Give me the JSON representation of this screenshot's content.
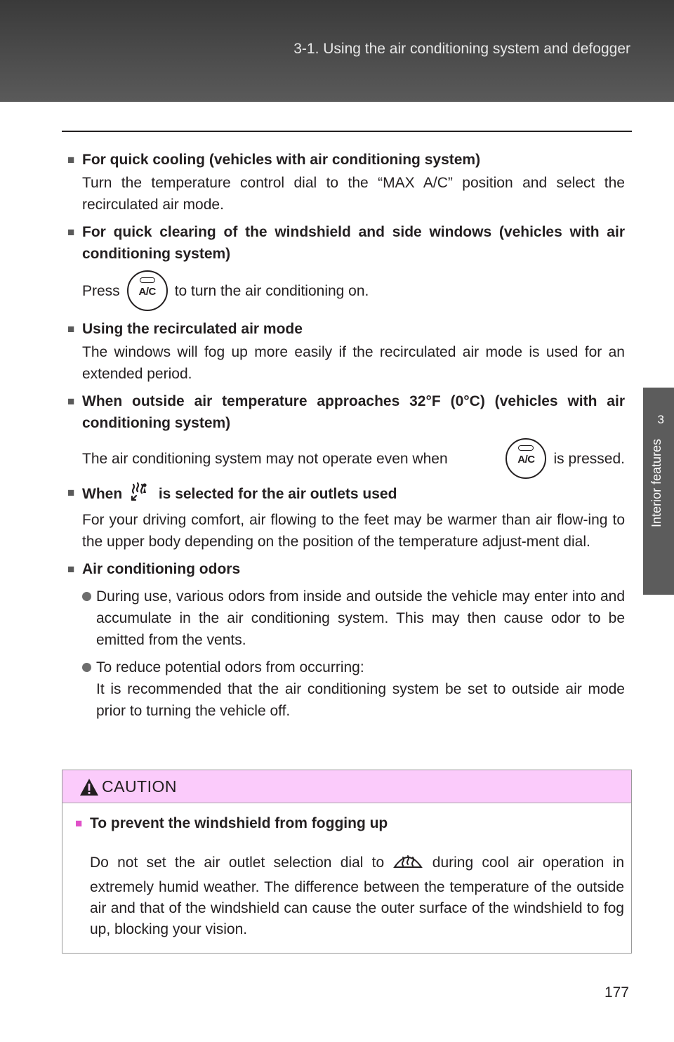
{
  "header": {
    "title": "3-1. Using the air conditioning system and defogger"
  },
  "side_tab": {
    "number": "3",
    "label": "Interior features"
  },
  "sections": {
    "quick_cooling": {
      "heading": "For quick cooling (vehicles with air conditioning system)",
      "body": "Turn the temperature control dial to the “MAX A/C” position and select the recirculated air mode."
    },
    "quick_clearing": {
      "heading": "For quick clearing of the windshield and side windows (vehicles with air conditioning system)",
      "press_before": "Press",
      "press_after": "to turn the air conditioning on."
    },
    "recirculated": {
      "heading": "Using the recirculated air mode",
      "body": "The windows will fog up more easily if the recirculated air mode is used for an extended period."
    },
    "outside_temp": {
      "heading": "When outside air temperature approaches 32°F (0°C) (vehicles with air conditioning system)",
      "body_before": "The air conditioning system may not operate even when",
      "body_after": "is pressed."
    },
    "outlets": {
      "heading_before": "When",
      "heading_after": "is selected for the air outlets used",
      "body": "For your driving comfort, air flowing to the feet may be warmer than air flow-ing to the upper body depending on the position of the temperature adjust-ment dial."
    },
    "odors": {
      "heading": "Air conditioning odors",
      "bullets": [
        "During use, various odors from inside and outside the vehicle may enter into and accumulate in the air conditioning system. This may then cause odor to be emitted from the vents.",
        "To reduce potential odors from occurring:"
      ],
      "bullet2_cont": "It is recommended that the air conditioning system be set to outside air mode prior to turning the vehicle off."
    }
  },
  "ac_button_label": "A/C",
  "caution": {
    "title": "CAUTION",
    "heading": "To prevent the windshield from fogging up",
    "body_before": "Do not set the air outlet selection dial to",
    "body_after": "during cool air operation in extremely humid weather. The difference between the temperature of the outside air and that of the windshield can cause the outer surface of the windshield to fog up, blocking your vision."
  },
  "page_number": "177",
  "icons": {
    "ac_button": "ac-button-icon",
    "feet_defrost": "feet-defrost-icon",
    "windshield_defrost": "windshield-defrost-icon",
    "warning": "warning-triangle-icon"
  },
  "colors": {
    "header": "#4a4a4a",
    "caution_band": "#fbcbfb",
    "caution_square": "#e050c8"
  }
}
